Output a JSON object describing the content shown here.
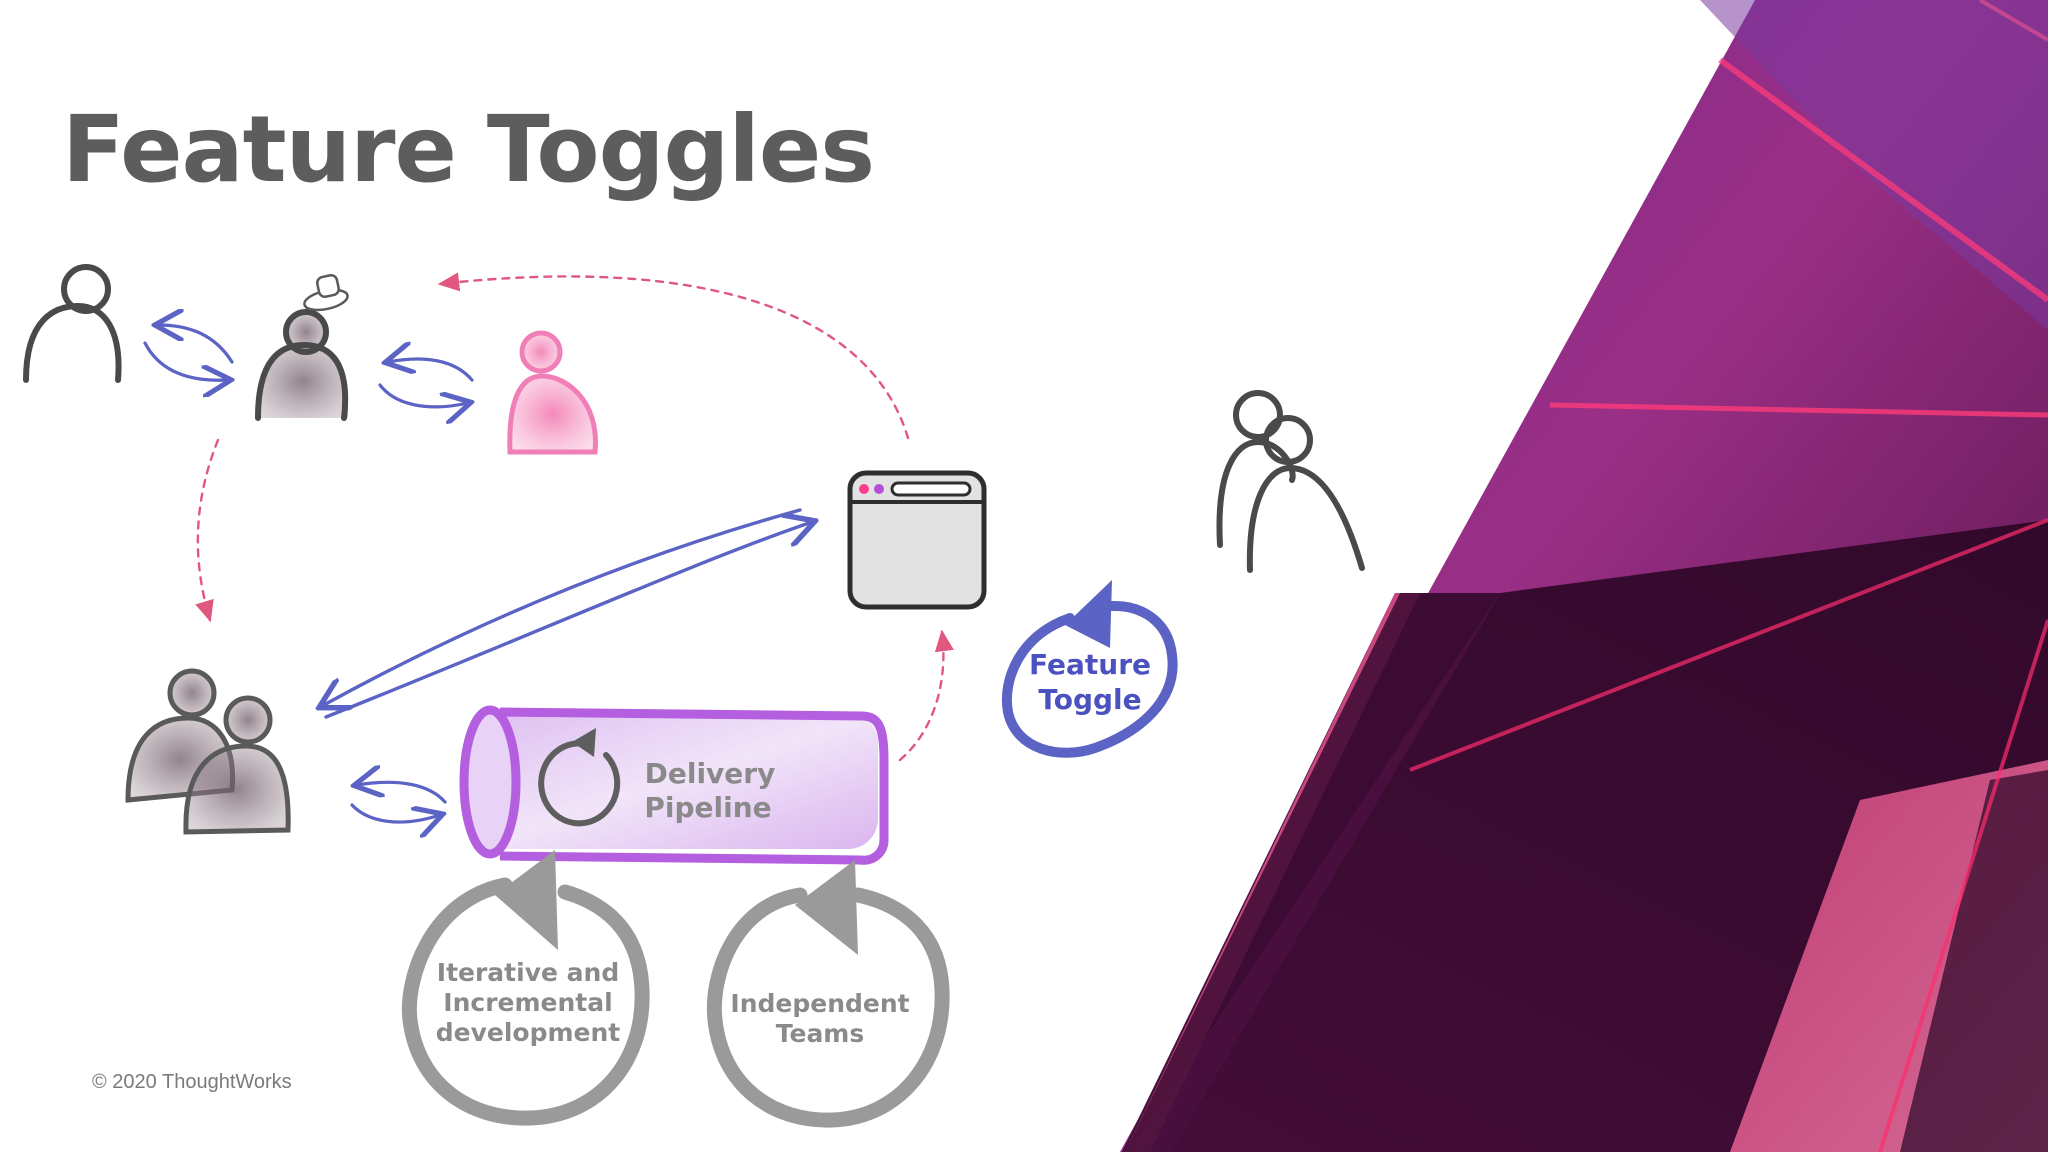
{
  "slide": {
    "title": "Feature Toggles",
    "copyright": "© 2020 ThoughtWorks"
  },
  "diagram": {
    "pipeline": {
      "line1": "Delivery",
      "line2": "Pipeline"
    },
    "feature_toggle": {
      "line1": "Feature",
      "line2": "Toggle"
    },
    "iterative": {
      "line1": "Iterative and",
      "line2": "Incremental",
      "line3": "development"
    },
    "independent": {
      "line1": "Independent",
      "line2": "Teams"
    }
  },
  "colors": {
    "title": "#5d5d5d",
    "arrow_blue": "#5b63c4",
    "dashed_pink": "#e0577f",
    "pipeline_purple": "#b45ee0",
    "figure_gray": "#5a5a5a",
    "figure_pink": "#f07fb8",
    "label_gray": "#8a8a8a",
    "toggle_blue": "#4b52c0",
    "bg_magenta": "#d93a86",
    "bg_dark": "#3f1036"
  }
}
